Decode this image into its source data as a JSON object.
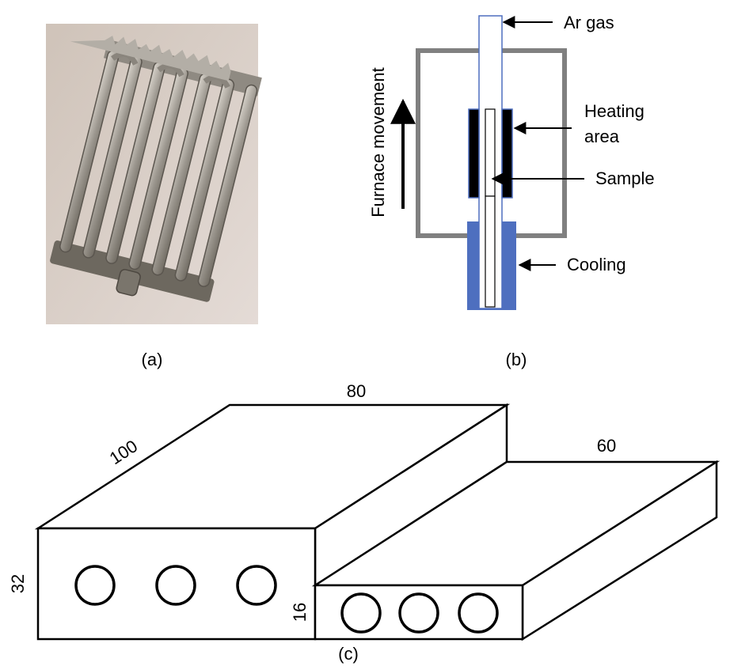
{
  "panel_a": {
    "caption": "(a)"
  },
  "panel_b": {
    "caption": "(b)",
    "labels": {
      "ar_gas": "Ar gas",
      "heating_line1": "Heating",
      "heating_line2": "area",
      "sample": "Sample",
      "cooling": "Cooling",
      "furnace_movement": "Furnace movement"
    },
    "colors": {
      "furnace": "#808080",
      "cooling": "#4e6fbf",
      "tube": "#4e6fbf",
      "heater": "#000000"
    }
  },
  "panel_c": {
    "caption": "(c)",
    "dimensions": {
      "large_depth": "100",
      "large_width": "80",
      "large_height": "32",
      "small_depth": "60",
      "small_height": "16"
    }
  }
}
